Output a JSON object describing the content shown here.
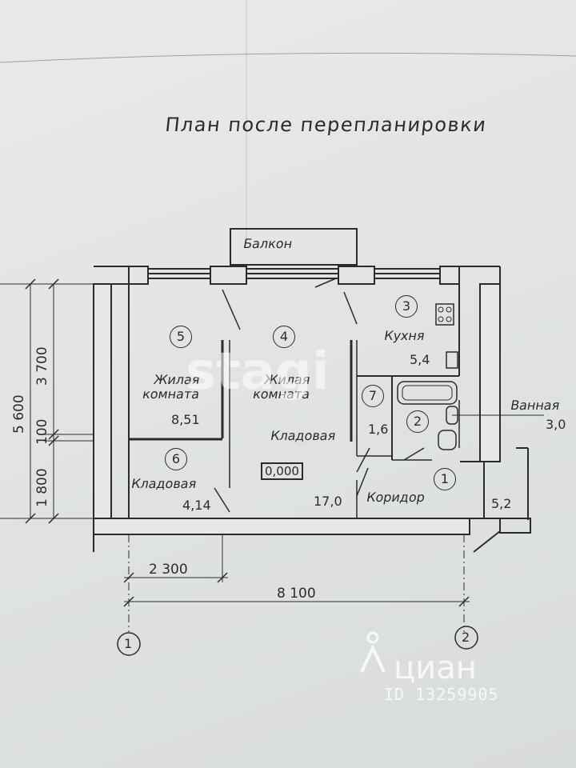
{
  "title": "План после перепланировки",
  "balcony": "Балкон",
  "rooms": [
    {
      "num": "5",
      "name1": "Жилая",
      "name2": "комната",
      "area": "8,51"
    },
    {
      "num": "4",
      "name1": "Жилая",
      "name2": "комната",
      "area": "17,0"
    },
    {
      "num": "3",
      "name": "Кухня",
      "area": "5,4"
    },
    {
      "num": "7",
      "name": "Кладовая",
      "area": "1,6"
    },
    {
      "num": "2",
      "name": "Ванная",
      "area": "3,0"
    },
    {
      "num": "6",
      "name": "Кладовая",
      "area": "4,14"
    },
    {
      "num": "1",
      "name": "Коридор",
      "area": "5,2"
    }
  ],
  "level_mark": "0,000",
  "dims": {
    "total_height": "5 600",
    "upper": "3 700",
    "middle": "100",
    "lower": "1 800",
    "left_width": "2 300",
    "total_width": "8 100"
  },
  "axes": [
    "1",
    "2"
  ],
  "watermarks": {
    "site": "stagi",
    "brand": "циан",
    "id": "ID 13259905"
  },
  "colors": {
    "ink": "#2b2b2b",
    "paper": "#e6e8e8"
  }
}
